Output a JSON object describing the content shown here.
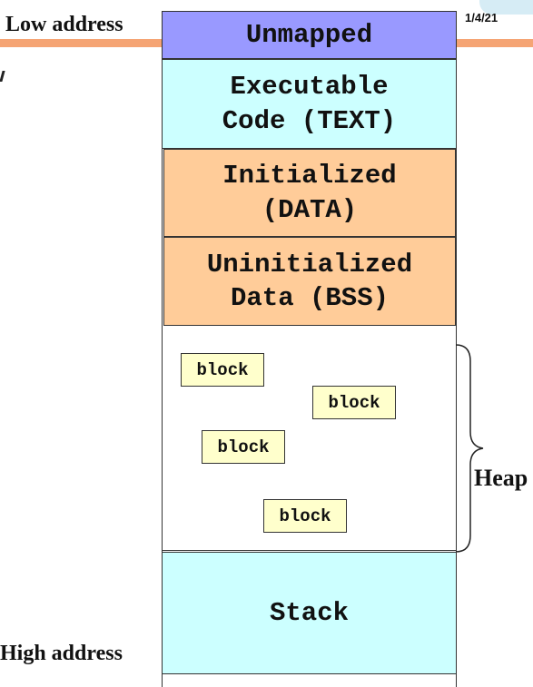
{
  "labels": {
    "low_address": "Low address",
    "high_address": "High address",
    "date": "1/4/21",
    "heap": "Heap"
  },
  "segments": {
    "unmapped": {
      "line1": "Unmapped",
      "color": "#9999ff"
    },
    "text": {
      "line1": "Executable",
      "line2": "Code (TEXT)",
      "color": "#ccffff"
    },
    "data": {
      "line1": "Initialized",
      "line2": "(DATA)",
      "color": "#ffcc99"
    },
    "bss": {
      "line1": "Uninitialized",
      "line2": "Data (BSS)",
      "color": "#ffcc99"
    },
    "stack": {
      "line1": "Stack",
      "color": "#ccffff"
    }
  },
  "heap_blocks": [
    "block",
    "block",
    "block",
    "block"
  ],
  "colors": {
    "accent_line": "#f5a474",
    "block_fill": "#ffffcc"
  }
}
